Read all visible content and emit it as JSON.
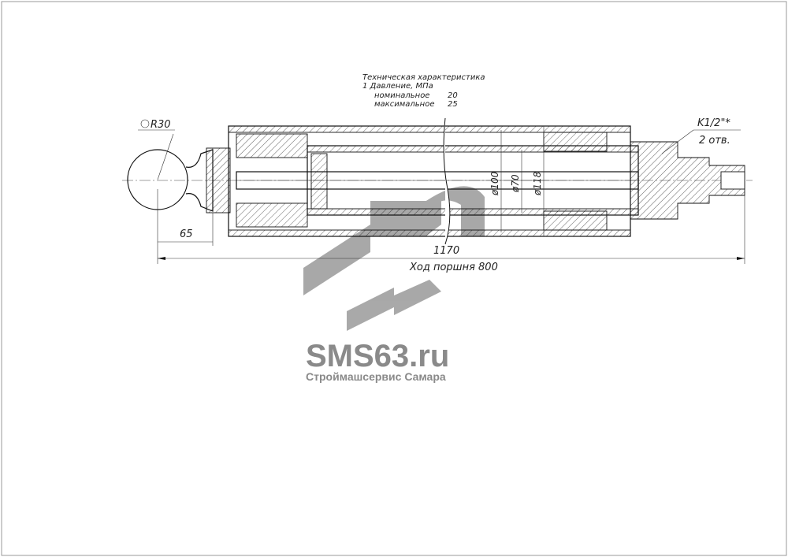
{
  "spec": {
    "title": "Техническая характеристика",
    "line1": "1 Давление, МПа",
    "nominal_label": "номинальное",
    "nominal_value": "20",
    "max_label": "максимальное",
    "max_value": "25"
  },
  "dims": {
    "radius": "R30",
    "port": "K1/2\"*",
    "port_count": "2 отв.",
    "offset": "65",
    "length": "1170",
    "stroke": "Ход поршня 800",
    "d1": "ø100",
    "d2": "ø70",
    "d3": "ø118"
  },
  "watermark": {
    "site": "SMS63.ru",
    "company": "Строймашсервис Самара",
    "color": "#8a8a8a"
  }
}
